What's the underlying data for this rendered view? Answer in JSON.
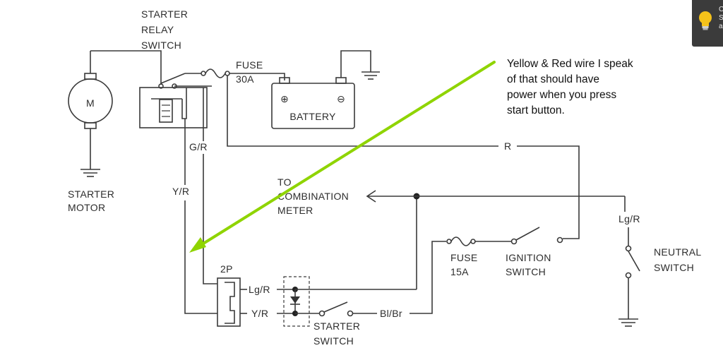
{
  "labels": {
    "starter_relay_switch": [
      "STARTER",
      "RELAY",
      "SWITCH"
    ],
    "fuse_30a": [
      "FUSE",
      "30A"
    ],
    "battery": "BATTERY",
    "starter_motor": [
      "STARTER",
      "MOTOR"
    ],
    "motor_symbol": "M",
    "wire_gr": "G/R",
    "wire_yr": "Y/R",
    "wire_r": "R",
    "to_combination_meter": [
      "TO",
      "COMBINATION",
      "METER"
    ],
    "wire_lgr": "Lg/R",
    "neutral_switch": [
      "NEUTRAL",
      "SWITCH"
    ],
    "fuse_15a": [
      "FUSE",
      "15A"
    ],
    "ignition_switch": [
      "IGNITION",
      "SWITCH"
    ],
    "connector_2p": "2P",
    "conn_lgr": "Lg/R",
    "conn_yr": "Y/R",
    "wire_blbr": "Bl/Br",
    "starter_switch": [
      "STARTER",
      "SWITCH"
    ],
    "battery_plus": "⊕",
    "battery_minus": "⊖"
  },
  "annotation": {
    "lines": [
      "Yellow & Red wire I speak",
      "of that should have",
      "power when you press",
      "start button."
    ],
    "arrow_color": "#8fd400"
  },
  "tooltip": {
    "text_fragment": [
      "C",
      "S",
      "a"
    ]
  }
}
